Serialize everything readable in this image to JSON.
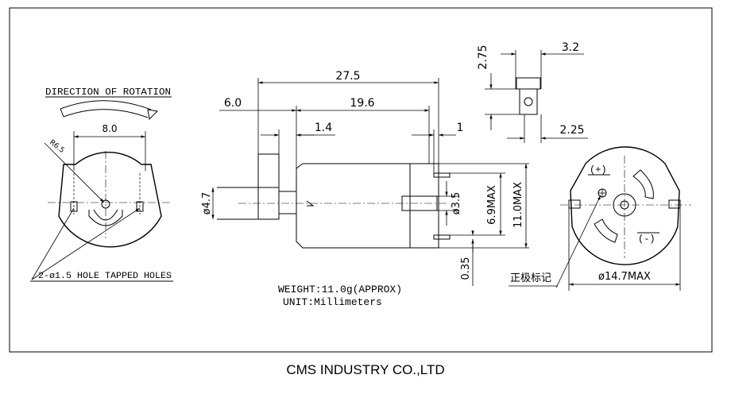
{
  "company": "CMS INDUSTRY CO.,LTD",
  "left_view": {
    "rotation_label": "DIRECTION OF ROTATION",
    "width_dim": "8.0",
    "radius_dim": "R6.5",
    "holes_note": "2-ø1.5 HOLE TAPPED HOLES"
  },
  "side_view": {
    "overall_length": "27.5",
    "body_length": "19.6",
    "pulley_length": "6.0",
    "dim_1_4": "1.4",
    "dim_1": "1",
    "shaft_dia": "ø4.7",
    "boss_dia": "ø3.5",
    "body_height": "6.9MAX",
    "body_width": "11.0MAX",
    "terminal_offset": "0.35"
  },
  "terminal_detail": {
    "width": "3.2",
    "height": "2.75",
    "offset": "2.25"
  },
  "right_view": {
    "plus_label": "(+)",
    "minus_label": "(-)",
    "polarity_mark": "正极标记",
    "diameter": "ø14.7MAX"
  },
  "notes": {
    "weight": "WEIGHT:11.0g(APPROX)",
    "unit": "UNIT:Millimeters"
  }
}
